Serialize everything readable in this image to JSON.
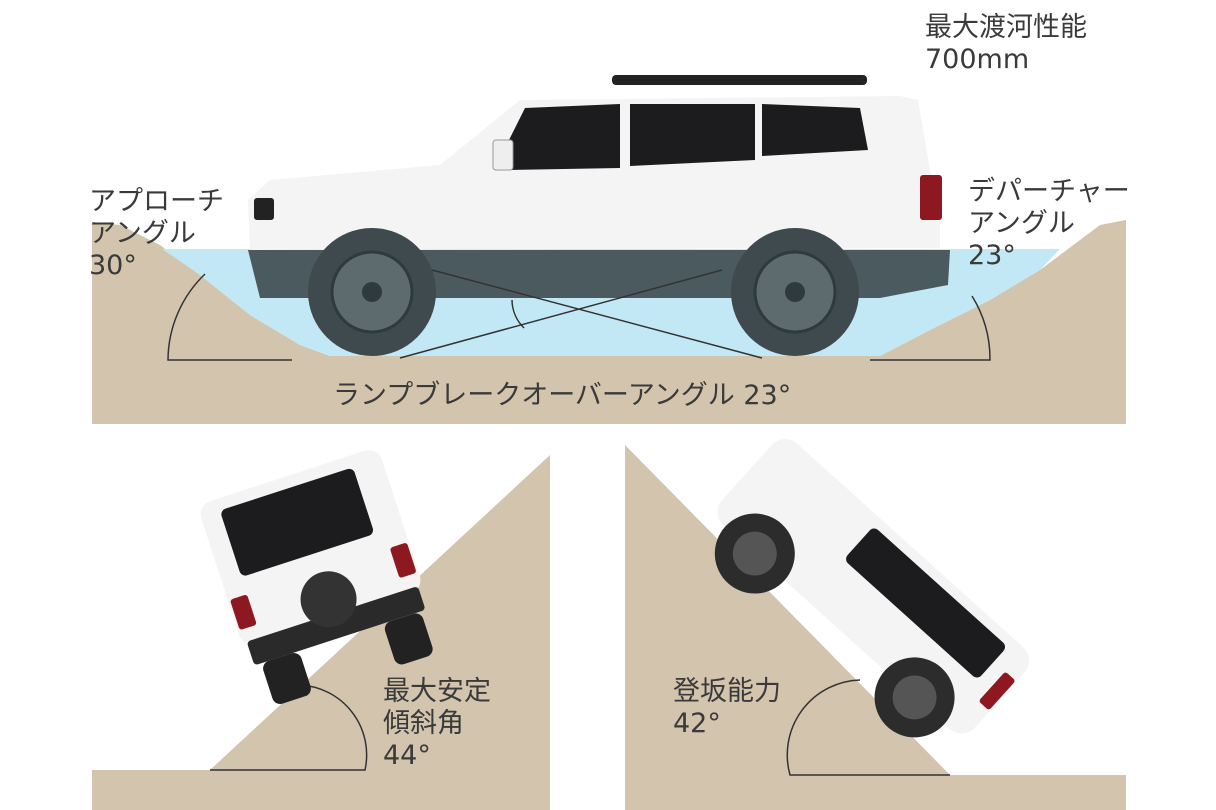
{
  "colors": {
    "ground": "#d3c4ae",
    "water": "#bfe7f4",
    "text": "#3a3a3a",
    "line": "#333333",
    "car_body": "#f4f4f4",
    "window": "#1c1c1e",
    "tail_light": "#8e1820"
  },
  "wading": {
    "line1": "最大渡河性能",
    "line2": "700mm"
  },
  "approach": {
    "line1": "アプローチ",
    "line2": "アングル",
    "value": "30°"
  },
  "departure": {
    "line1": "デパーチャー",
    "line2": "アングル",
    "value": "23°"
  },
  "ramp_breakover": {
    "label": "ランプブレークオーバーアングル 23°"
  },
  "max_tilt": {
    "line1": "最大安定",
    "line2": "傾斜角",
    "value": "44°"
  },
  "climbing": {
    "line1": "登坂能力",
    "value": "42°"
  }
}
